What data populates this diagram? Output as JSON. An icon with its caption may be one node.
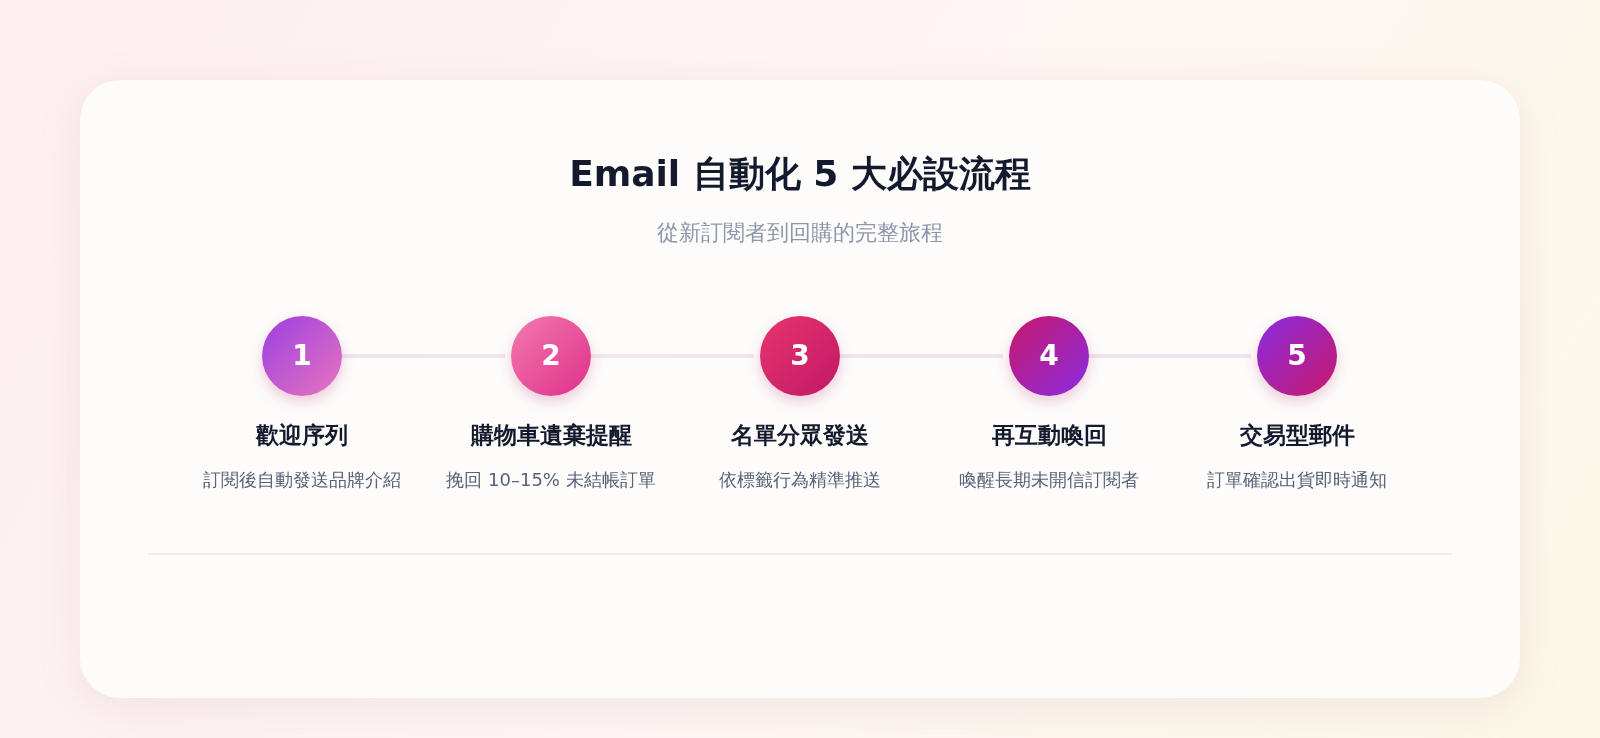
{
  "diagram": {
    "title": "Email 自動化 5 大必設流程",
    "caption": "從新訂閱者到回購的完整旅程",
    "nodes": [
      {
        "text": [
          "1",
          "歡迎序列"
        ],
        "beside": [
          "訂閱後自動發送品牌介紹"
        ]
      },
      {
        "text": [
          "2",
          "購物車遺棄提醒"
        ],
        "beside": [
          "挽回 10–15% 未結帳訂單"
        ]
      },
      {
        "text": [
          "3",
          "名單分眾發送"
        ],
        "beside": [
          "依標籤行為精準推送"
        ]
      },
      {
        "text": [
          "4",
          "再互動喚回"
        ],
        "beside": [
          "喚醒長期未開信訂閱者"
        ]
      },
      {
        "text": [
          "5",
          "交易型郵件"
        ],
        "beside": [
          "訂單確認出貨即時通知"
        ]
      }
    ],
    "edges": [
      {
        "from": 0,
        "to": 1,
        "arrow": "none"
      },
      {
        "from": 1,
        "to": 2,
        "arrow": "none"
      },
      {
        "from": 2,
        "to": 3,
        "arrow": "none"
      },
      {
        "from": 3,
        "to": 4,
        "arrow": "none"
      }
    ]
  }
}
